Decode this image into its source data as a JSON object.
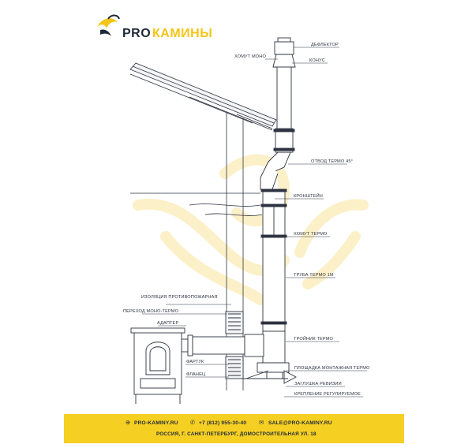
{
  "brand": {
    "pro": "PRO",
    "rest": "КАМИНЫ"
  },
  "labels": {
    "deflector": "ДЕФЛЕКТОР",
    "clamp_mono": "ХОМУТ МОНО",
    "cone": "КОНУС",
    "elbow": "ОТВОД ТЕРМО 45°",
    "bracket": "КРОНШТЕЙН",
    "clamp_thermo": "ХОМУТ ТЕРМО",
    "pipe": "ТРУБА ТЕРМО 1М",
    "insulation": "ИЗОЛЯЦИЯ ПРОТИВОПОЖАРНАЯ",
    "transition": "ПЕРЕХОД МОНО-ТЕРМО",
    "adapter": "АДАПТЕР",
    "tee": "ТРОЙНИК ТЕРМО",
    "apron": "ФАРТУК",
    "flange": "ФЛАНЕЦ",
    "platform": "ПЛОЩАДКА МОНТАЖНАЯ ТЕРМО",
    "plug": "ЗАГЛУШКА РЕВИЗИИ",
    "mount": "КРЕПЛЕНИЕ РЕГУЛИРУЕМОЕ"
  },
  "footer": {
    "site": "PRO-KAMINY.RU",
    "phone": "+7 (812) 955-30-40",
    "email": "SALE@PRO-KAMINY.RU",
    "address": "РОССИЯ, Г. САНКТ-ПЕТЕРБУРГ, ДОМОСТРОИТЕЛЬНАЯ УЛ. 18"
  },
  "colors": {
    "accent": "#f6cf23",
    "ink": "#2d3340",
    "watermark": "#fbefc2"
  }
}
